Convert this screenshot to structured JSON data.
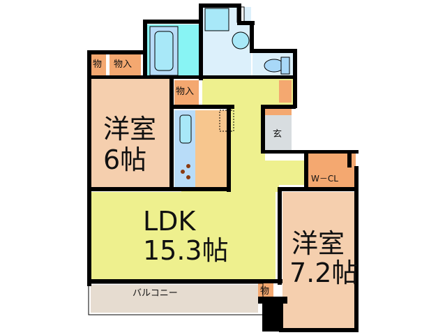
{
  "floor_plan": {
    "rooms": {
      "western_room_1": {
        "name": "洋室",
        "size": "6帖",
        "color": "#f5cfae"
      },
      "western_room_2": {
        "name": "洋室",
        "size": "7.2帖",
        "color": "#f5cfae"
      },
      "ldk": {
        "name": "LDK",
        "size": "15.3帖",
        "color": "#eef08e"
      },
      "balcony": {
        "name": "バルコニー",
        "color": "#e6dcd0"
      },
      "entrance": {
        "name": "玄",
        "color": "#d8dde0"
      },
      "walk_in_closet": {
        "name": "W－CL",
        "color": "#f4a870"
      },
      "storage_small_top_left": {
        "name": "物",
        "color": "#f4a870"
      },
      "storage_closet_top_left": {
        "name": "物入",
        "color": "#f4a870"
      },
      "storage_closet_center": {
        "name": "物入",
        "color": "#f4a870"
      },
      "storage_balcony": {
        "name": "物",
        "color": "#f4a870"
      },
      "bathroom": {
        "color": "#88f4f4"
      },
      "washroom": {
        "color": "#dcf0fb"
      },
      "toilet": {
        "color": "#dcf0fb"
      },
      "kitchen": {
        "color": "#f7c68e"
      }
    },
    "colors": {
      "wall": "#000000",
      "fixture": "#a8e0f8",
      "fixture_blue": "#b8dcf8",
      "stove_burner": "#8a3a10"
    }
  }
}
